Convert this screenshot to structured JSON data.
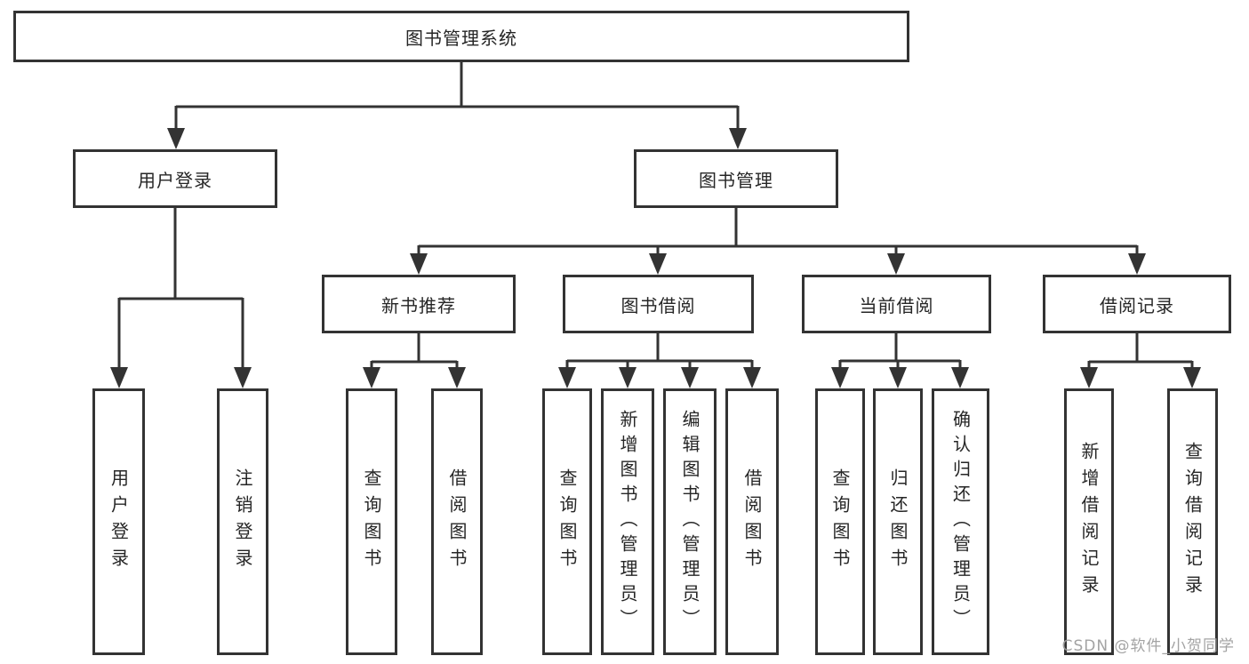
{
  "diagram": {
    "colors": {
      "background": "#ffffff",
      "line": "#333333",
      "box_border": "#333333",
      "text": "#262626",
      "watermark": "#9e9e9e"
    },
    "root": {
      "label": "图书管理系统"
    },
    "level2": [
      {
        "label": "用户登录",
        "parent": "图书管理系统"
      },
      {
        "label": "图书管理",
        "parent": "图书管理系统"
      }
    ],
    "level3": [
      {
        "label": "新书推荐",
        "parent": "图书管理"
      },
      {
        "label": "图书借阅",
        "parent": "图书管理"
      },
      {
        "label": "当前借阅",
        "parent": "图书管理"
      },
      {
        "label": "借阅记录",
        "parent": "图书管理"
      }
    ],
    "leaves": [
      {
        "label": "用户登录",
        "parent": "用户登录"
      },
      {
        "label": "注销登录",
        "parent": "用户登录"
      },
      {
        "label": "查询图书",
        "parent": "新书推荐"
      },
      {
        "label": "借阅图书",
        "parent": "新书推荐"
      },
      {
        "label": "查询图书",
        "parent": "图书借阅"
      },
      {
        "label": "新增图书（管理员）",
        "parent": "图书借阅"
      },
      {
        "label": "编辑图书（管理员）",
        "parent": "图书借阅"
      },
      {
        "label": "借阅图书",
        "parent": "图书借阅"
      },
      {
        "label": "查询图书",
        "parent": "当前借阅"
      },
      {
        "label": "归还图书",
        "parent": "当前借阅"
      },
      {
        "label": "确认归还（管理员）",
        "parent": "当前借阅"
      },
      {
        "label": "新增借阅记录",
        "parent": "借阅记录"
      },
      {
        "label": "查询借阅记录",
        "parent": "借阅记录"
      }
    ],
    "watermark": {
      "text": "CSDN @软件_小贺同学"
    }
  }
}
